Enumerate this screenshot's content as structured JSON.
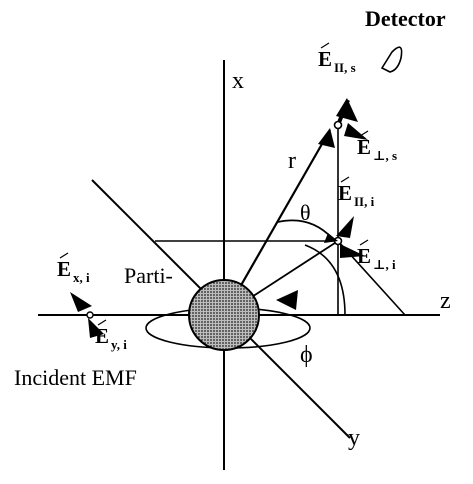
{
  "labels": {
    "detector": "Detector",
    "x_axis": "x",
    "y_axis": "y",
    "z_axis": "z",
    "r": "r",
    "theta": "θ",
    "phi": "ϕ",
    "particle": "Parti-",
    "incident": "Incident EMF"
  },
  "vectors": {
    "e_par_s": {
      "base": "E",
      "sub": "II, s"
    },
    "e_perp_s": {
      "base": "E",
      "sub": "⊥, s"
    },
    "e_par_i": {
      "base": "E",
      "sub": "II, i"
    },
    "e_perp_i": {
      "base": "E",
      "sub": "⊥, i"
    },
    "e_x_i": {
      "base": "E",
      "sub": "x, i"
    },
    "e_y_i": {
      "base": "E",
      "sub": "y, i"
    }
  }
}
